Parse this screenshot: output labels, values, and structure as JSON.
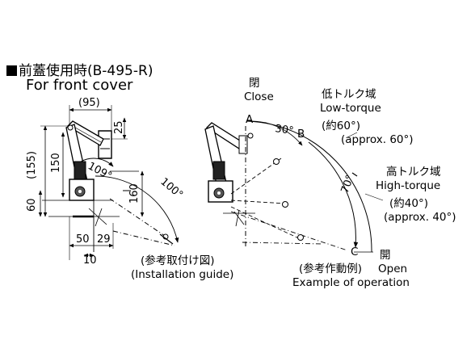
{
  "title": {
    "japanese": "前蓋使用時(B-495-R)",
    "english": "For front cover"
  },
  "installation_guide": {
    "dimensions": {
      "width_95": "(95)",
      "height_25": "25",
      "height_155": "(155)",
      "height_150": "150",
      "height_160": "160",
      "height_60": "60",
      "angle_109": "109°",
      "angle_100": "100°",
      "width_50": "50",
      "width_29": "29",
      "width_10": "10"
    },
    "caption_jp": "(参考取付け図)",
    "caption_en": "(Installation guide)"
  },
  "operation_example": {
    "close_jp": "閉",
    "close_en": "Close",
    "point_a": "A",
    "point_b": "B",
    "point_c": "C",
    "angle_30": "30°",
    "angle_70": "70°",
    "low_torque_jp": "低トルク域",
    "low_torque_en": "Low-torque",
    "low_torque_angle_jp": "(約60°)",
    "low_torque_angle_en": "(approx. 60°)",
    "high_torque_jp": "高トルク域",
    "high_torque_en": "High-torque",
    "high_torque_angle_jp": "(約40°)",
    "high_torque_angle_en": "(approx. 40°)",
    "open_jp": "開",
    "open_en": "Open",
    "caption_jp": "(参考作動例)",
    "caption_en": "Example of operation"
  }
}
